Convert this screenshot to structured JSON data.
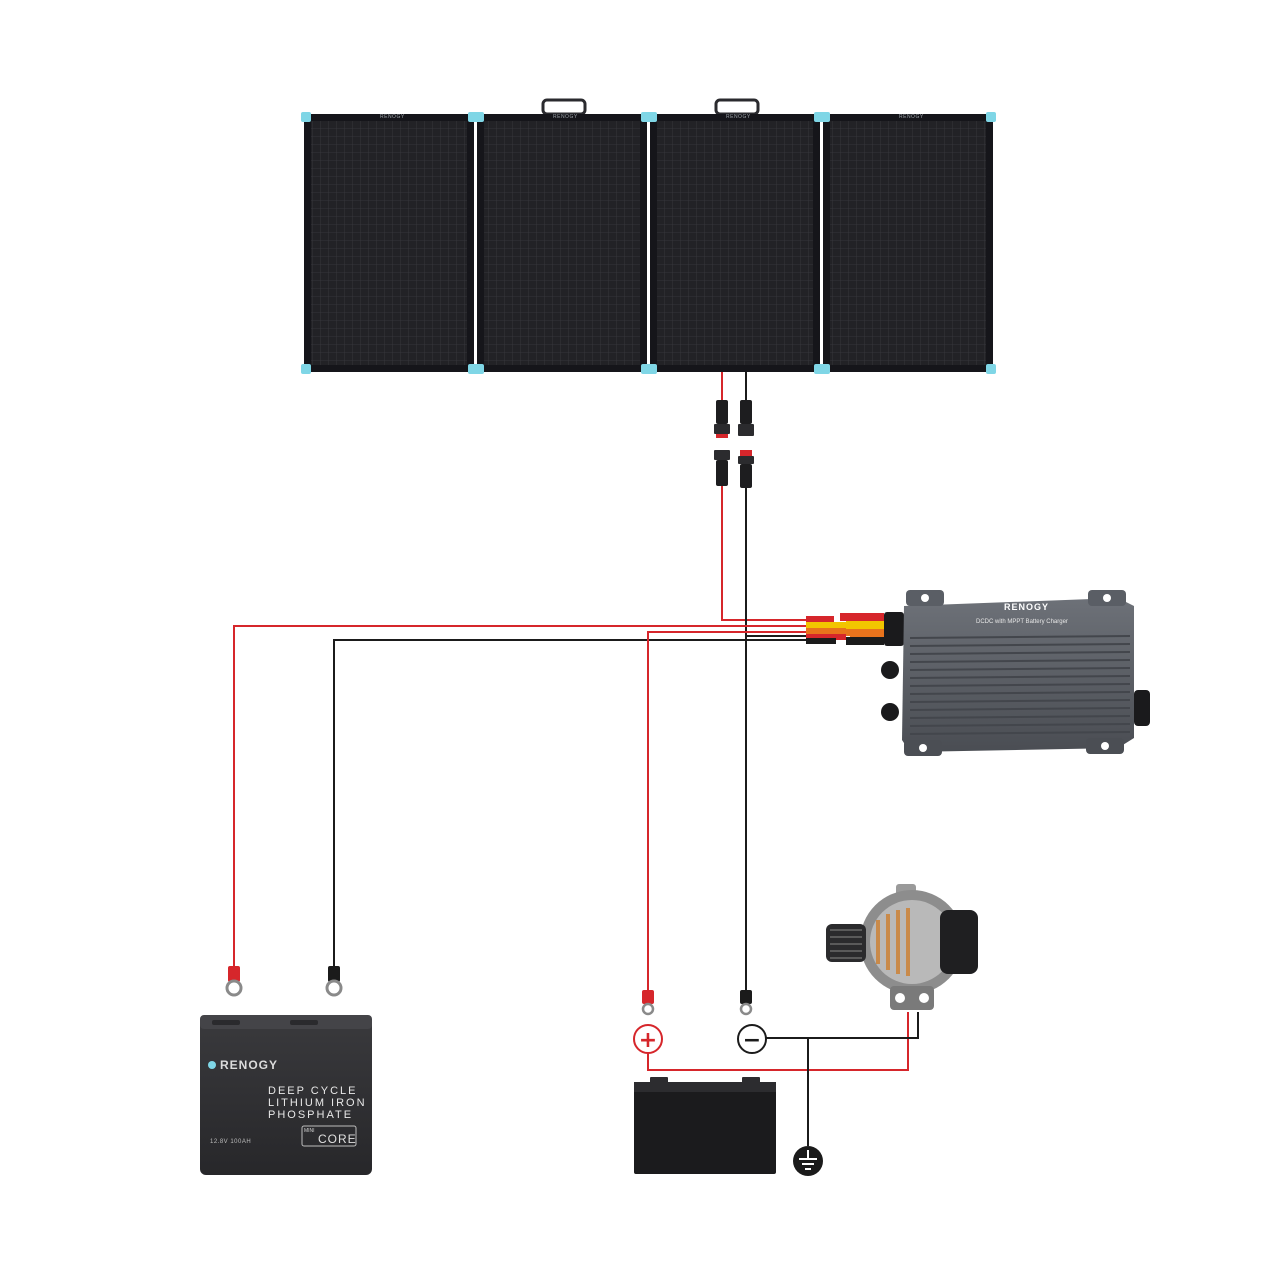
{
  "solar_panel": {
    "brand": "RENOGY",
    "frame_accent": "#7fd6e6",
    "cell_color": "#1e1e22"
  },
  "dcdc_charger": {
    "brand": "RENOGY",
    "subtitle": "DCDC with MPPT Battery Charger",
    "body_color": "#5b5f66"
  },
  "lithium_battery": {
    "brand": "RENOGY",
    "title_lines": [
      "DEEP CYCLE",
      "LITHIUM IRON",
      "PHOSPHATE"
    ],
    "spec": "12.8V 100AH",
    "series_mini": "MINI",
    "series_name": "CORE"
  },
  "starter_battery": {
    "positive_symbol": "+",
    "negative_symbol": "−"
  },
  "ground_symbol": "ground-icon",
  "colors": {
    "positive_wire": "#d6262b",
    "negative_wire": "#1b1b1b",
    "yellow_wire": "#f2c500",
    "orange_wire": "#e8731c"
  }
}
